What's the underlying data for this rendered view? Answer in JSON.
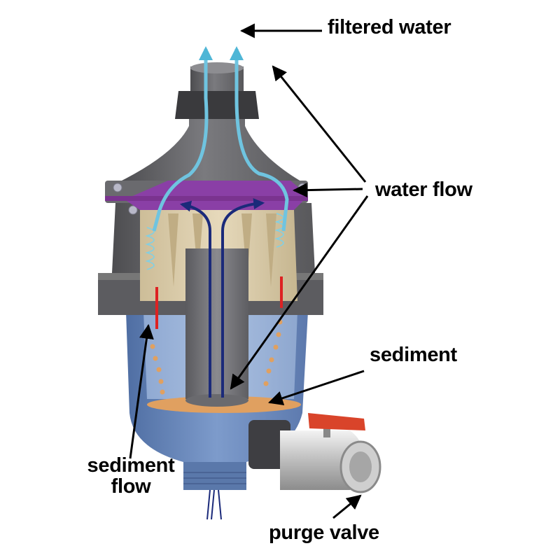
{
  "labels": {
    "filtered_water": "filtered water",
    "water_flow": "water flow",
    "sediment": "sediment",
    "sediment_flow_line1": "sediment",
    "sediment_flow_line2": "flow",
    "purge_valve": "purge valve"
  },
  "colors": {
    "housing_grey": "#6e6e70",
    "bowl_blue": "#6f8fbf",
    "purple_plate": "#8a3fa6",
    "filter_beige": "#d8c9a8",
    "flow_light_blue": "#7fd0e6",
    "flow_dark_blue": "#1b2a7a",
    "sediment_orange": "#e0a060",
    "valve_handle": "#d9442a",
    "annotation": "#000000"
  }
}
